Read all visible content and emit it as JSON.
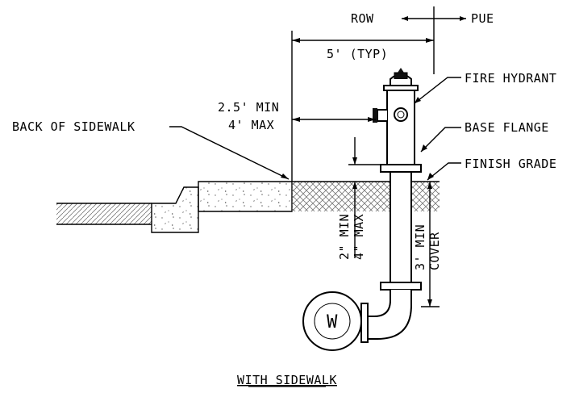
{
  "labels": {
    "row": "ROW",
    "pue": "PUE",
    "typ_dim": "5' (TYP)",
    "fire_hydrant": "FIRE HYDRANT",
    "base_flange": "BASE FLANGE",
    "finish_grade": "FINISH GRADE",
    "back_of_sidewalk": "BACK OF SIDEWALK",
    "offset_min": "2.5' MIN",
    "offset_max": "4' MAX",
    "flange_min": "2\" MIN",
    "flange_max": "4\" MAX",
    "cover_min": "3' MIN",
    "cover": "COVER",
    "valve": "W",
    "caption": "WITH SIDEWALK"
  }
}
